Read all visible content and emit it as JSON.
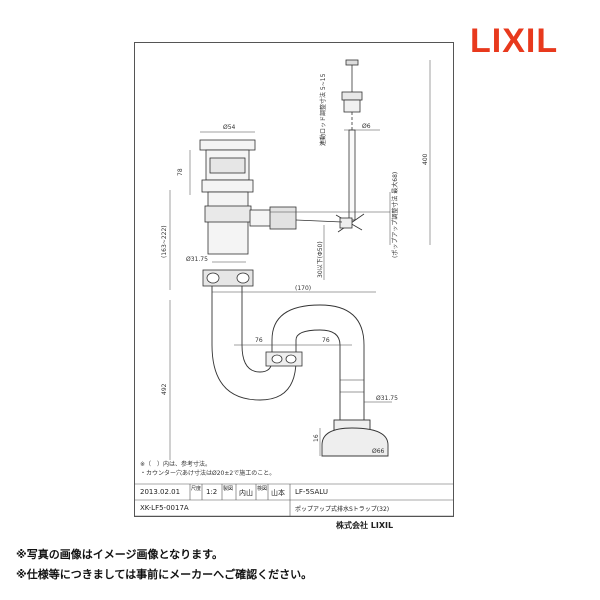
{
  "brand": {
    "logo_text": "LIXIL",
    "color": "#e8391d"
  },
  "dimensions": {
    "cap_dia": "Ø54",
    "rod_adjust": "連動ロッド調整寸法 5~15",
    "rod_dia": "Ø6",
    "height_400": "400",
    "height_78": "78",
    "range_163_222": "(163~222)",
    "pipe_dia_top": "Ø31.75",
    "adjust_max": "(ポップアップ調整寸法 最大68)",
    "max_30": "30以下(Φ50)",
    "width_170": "(170)",
    "width_76a": "76",
    "width_76b": "76",
    "height_492": "492",
    "pipe_dia_bottom": "Ø31.75",
    "height_16": "16",
    "flange_dia": "Ø66"
  },
  "notes_in_frame": [
    "※（　）内は、参考寸法。",
    "・カウンター穴あけ寸法はØ20±2で施工のこと。"
  ],
  "title_block": {
    "date": "2013.02.01",
    "scale_label": "尺度",
    "scale": "1:2",
    "drawn_label": "製図",
    "drawn_by": "内山",
    "checked_label": "検図",
    "checked_by": "山本",
    "model": "LF-5SALU",
    "drawing_no": "XK-LF5-0017A",
    "description": "ポップアップ式排水Sトラップ(32)",
    "company": "株式会社 LIXIL"
  },
  "footer_notes": [
    "※写真の画像はイメージ画像となります。",
    "※仕様等につきましては事前にメーカーへご確認ください。"
  ]
}
